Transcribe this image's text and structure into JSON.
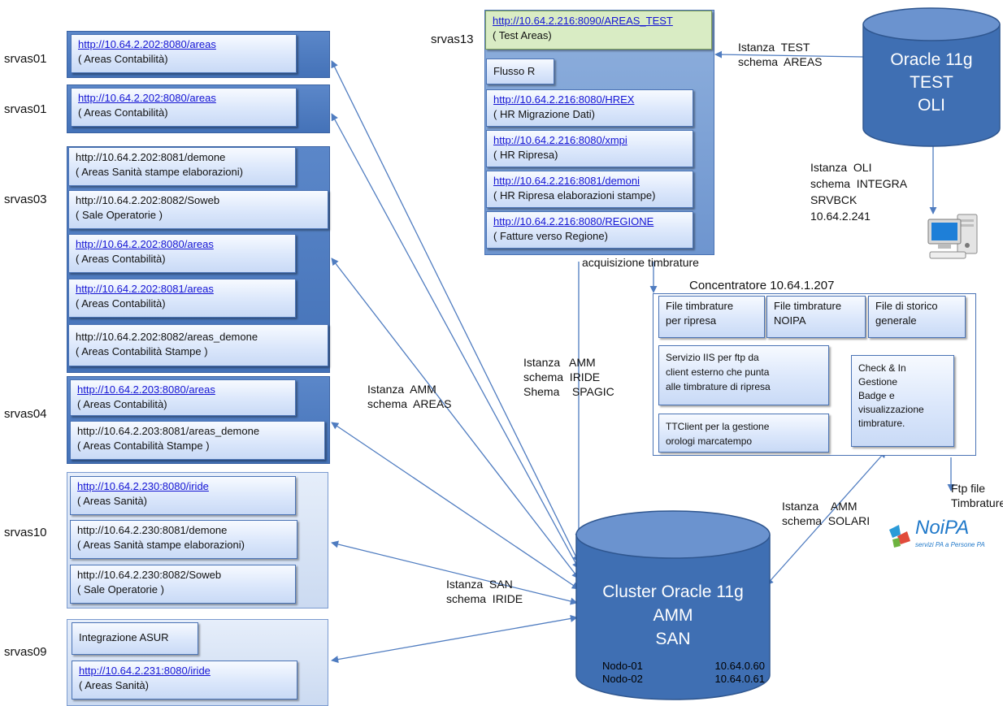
{
  "left_servers": [
    {
      "label": "srvas01",
      "apps": [
        {
          "url": "http://10.64.2.202:8080/areas",
          "desc": "( Areas Contabilità)",
          "link": true
        }
      ]
    },
    {
      "label": "srvas01",
      "apps": [
        {
          "url": "http://10.64.2.202:8080/areas",
          "desc": "( Areas Contabilità)",
          "link": true
        }
      ]
    },
    {
      "label": "srvas03",
      "apps": [
        {
          "url": "http://10.64.2.202:8081/demone",
          "desc": "( Areas Sanità stampe elaborazioni)",
          "link": false
        },
        {
          "url": "http://10.64.2.202:8082/Soweb",
          "desc": "( Sale Operatorie )",
          "link": false
        },
        {
          "url": "http://10.64.2.202:8080/areas",
          "desc": "( Areas Contabilità)",
          "link": true
        },
        {
          "url": "http://10.64.2.202:8081/areas",
          "desc": "( Areas Contabilità)",
          "link": true
        },
        {
          "url": "http://10.64.2.202:8082/areas_demone",
          "desc": "( Areas Contabilità Stampe )",
          "link": false
        }
      ]
    },
    {
      "label": "srvas04",
      "apps": [
        {
          "url": "http://10.64.2.203:8080/areas",
          "desc": "( Areas Contabilità)",
          "link": true
        },
        {
          "url": "http://10.64.2.203:8081/areas_demone",
          "desc": "( Areas Contabilità Stampe )",
          "link": false
        }
      ]
    },
    {
      "label": "srvas10",
      "apps": [
        {
          "url": "http://10.64.2.230:8080/iride",
          "desc": "( Areas Sanità)",
          "link": true
        },
        {
          "url": "http://10.64.2.230:8081/demone",
          "desc": "( Areas Sanità stampe elaborazioni)",
          "link": false
        },
        {
          "url": "http://10.64.2.230:8082/Soweb",
          "desc": "( Sale Operatorie )",
          "link": false
        }
      ]
    },
    {
      "label": "srvas09",
      "apps": [
        {
          "url": "Integrazione ASUR",
          "desc": "",
          "link": false
        },
        {
          "url": "http://10.64.2.231:8080/iride",
          "desc": "( Areas Sanità)",
          "link": true
        }
      ]
    }
  ],
  "srvas13": {
    "label": "srvas13",
    "test": {
      "url": "http://10.64.2.216:8090/AREAS_TEST",
      "desc": "( Test Areas)"
    },
    "flusso": "Flusso R",
    "apps": [
      {
        "url": "http://10.64.2.216:8080/HREX",
        "desc": "( HR Migrazione Dati)"
      },
      {
        "url": "http://10.64.2.216:8080/xmpi",
        "desc": "( HR Ripresa)"
      },
      {
        "url": "http://10.64.2.216:8081/demoni",
        "desc": "( HR Ripresa elaborazioni stampe)"
      },
      {
        "url": "http://10.64.2.216:8080/REGIONE",
        "desc": "( Fatture verso Regione)"
      }
    ]
  },
  "oracle_test": {
    "line1": "Oracle 11g",
    "line2": "TEST",
    "line3": "OLI"
  },
  "cluster": {
    "line1": "Cluster Oracle 11g",
    "line2": "AMM",
    "line3": "SAN",
    "nodes": [
      {
        "name": "Nodo-01",
        "ip": "10.64.0.60"
      },
      {
        "name": "Nodo-02",
        "ip": "10.64.0.61"
      }
    ]
  },
  "labels": {
    "istanza_test": "Istanza  TEST\nschema  AREAS",
    "istanza_oli": "Istanza  OLI\nschema  INTEGRA\nSRVBCK\n10.64.2.241",
    "acquisizione": "acquisizione timbrature",
    "istanza_amm_iride": "Istanza   AMM\nschema  IRIDE\nShema    SPAGIC",
    "istanza_amm_areas": "Istanza  AMM\nschema  AREAS",
    "istanza_san": "Istanza  SAN\nschema  IRIDE",
    "istanza_solari": "Istanza    AMM\nschema  SOLARI",
    "ftp": "Ftp file\nTimbrature"
  },
  "concentratore": {
    "title": "Concentratore 10.64.1.207",
    "files": [
      "File timbrature\nper ripresa",
      "File timbrature\nNOIPA",
      "File di storico\ngenerale"
    ],
    "servizio_iis": "Servizio IIS per ftp da\nclient esterno che punta\nalle timbrature di ripresa",
    "ttclient": "TTClient per la gestione\norologi marcatempo",
    "check": "Check & In\nGestione\nBadge e\nvisualizzazione\ntimbrature."
  },
  "noipa": {
    "name": "NoiPA",
    "tagline": "servizi PA a Persone PA"
  },
  "colors": {
    "db": "#3f6fb3",
    "db_top": "#6b93cf",
    "accent_green": "#d9ecc4",
    "arrow": "#4f7cc0"
  }
}
